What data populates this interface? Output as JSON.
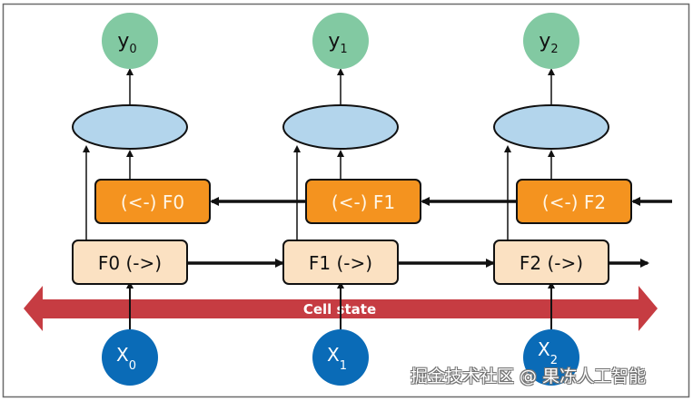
{
  "diagram": {
    "title": "Bidirectional LSTM with cell state",
    "colors": {
      "output_node": "#82c9a2",
      "hidden_ellipse": "#b3d5ec",
      "backward_cell": "#f4931f",
      "forward_cell": "#fbe1c2",
      "cell_state_arrow": "#c63c42",
      "input_node": "#0a6bb7",
      "frame": "#6b6b6b"
    },
    "outputs": [
      {
        "base": "y",
        "sub": "0"
      },
      {
        "base": "y",
        "sub": "1"
      },
      {
        "base": "y",
        "sub": "2"
      }
    ],
    "backward_cells": [
      "(<-) F0",
      "(<-) F1",
      "(<-) F2"
    ],
    "forward_cells": [
      "F0 (->)",
      "F1 (->)",
      "F2 (->)"
    ],
    "cell_state_label": "Cell state",
    "inputs": [
      {
        "base": "X",
        "sub": "0"
      },
      {
        "base": "X",
        "sub": "1"
      },
      {
        "base": "X",
        "sub": "2"
      }
    ]
  },
  "watermark": "掘金技术社区 @ 果冻人工智能"
}
